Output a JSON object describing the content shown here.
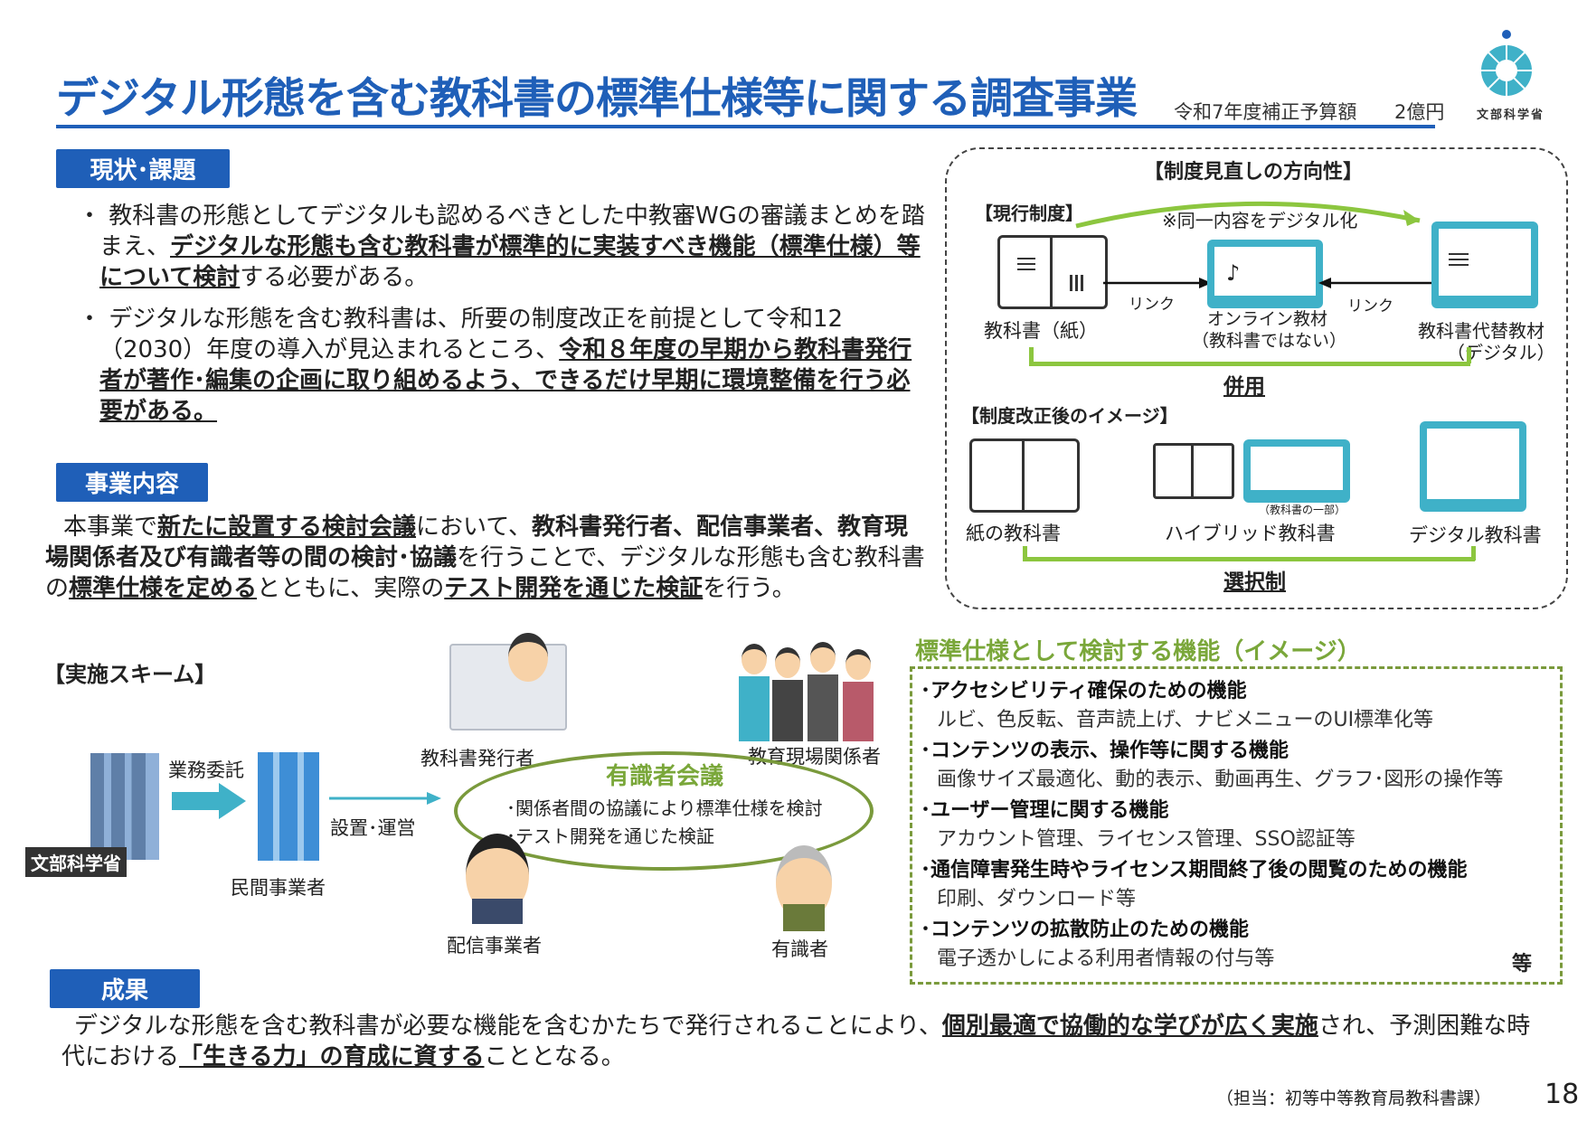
{
  "header": {
    "title": "デジタル形態を含む教科書の標準仕様等に関する調査事業",
    "budget_label": "令和7年度補正予算額",
    "budget_amount": "2億円",
    "logo_text": "文部科学省"
  },
  "status": {
    "label": "現状･課題",
    "bullet1_pre": "教科書の形態としてデジタルも認めるべきとした中教審WGの審議まとめを踏まえ、",
    "bullet1_bold": "デジタルな形態も含む教科書が標準的に実装すべき機能（標準仕様）等について検討",
    "bullet1_post": "する必要がある。",
    "bullet2_pre": "デジタルな形態を含む教科書は、所要の制度改正を前提として令和12（2030）年度の導入が見込まれるところ、",
    "bullet2_bold": "令和８年度の早期から教科書発行者が著作･編集の企画に取り組めるよう、できるだけ早期に環境整備を行う必要がある。"
  },
  "content": {
    "label": "事業内容",
    "t1": "本事業で",
    "b1": "新たに設置する検討会議",
    "t2": "において、",
    "b2": "教科書発行者、配信事業者、教育現場関係者及び有識者等の間の検討･協議",
    "t3": "を行うことで、デジタルな形態も含む教科書の",
    "b3": "標準仕様を定める",
    "t4": "とともに、実際の",
    "b4": "テスト開発を通じた検証",
    "t5": "を行う。"
  },
  "direction": {
    "title": "【制度見直しの方向性】",
    "current_label": "【現行制度】",
    "digitize_note": "※同一内容をデジタル化",
    "paper_book": "教科書（紙）",
    "link_left": "リンク",
    "link_right": "リンク",
    "online_line1": "オンライン教材",
    "online_line2": "（教科書ではない）",
    "alt_line1": "教科書代替教材",
    "alt_line2": "（デジタル）",
    "combined": "併用",
    "after_label": "【制度改正後のイメージ】",
    "paper_textbook": "紙の教科書",
    "hybrid_note": "（教科書の一部）",
    "hybrid_textbook": "ハイブリッド教科書",
    "digital_textbook": "デジタル教科書",
    "selection": "選択制"
  },
  "scheme": {
    "label": "【実施スキーム】",
    "mext_sign": "文部科学省",
    "entrust": "業務委託",
    "private": "民間事業者",
    "setup": "設置･運営",
    "publisher": "教科書発行者",
    "education": "教育現場関係者",
    "council_title": "有識者会議",
    "council_item1": "･関係者間の協議により標準仕様を検討",
    "council_item2": "･テスト開発を通じた検証",
    "distributor": "配信事業者",
    "expert": "有識者"
  },
  "functions": {
    "title": "標準仕様として検討する機能（イメージ）",
    "items": [
      {
        "title": "･アクセシビリティ確保のための機能",
        "desc": "ルビ、色反転、音声読上げ、ナビメニューのUI標準化等"
      },
      {
        "title": "･コンテンツの表示、操作等に関する機能",
        "desc": "画像サイズ最適化、動的表示、動画再生、グラフ･図形の操作等"
      },
      {
        "title": "･ユーザー管理に関する機能",
        "desc": "アカウント管理、ライセンス管理、SSO認証等"
      },
      {
        "title": "･通信障害発生時やライセンス期間終了後の閲覧のための機能",
        "desc": "印刷、ダウンロード等"
      },
      {
        "title": "･コンテンツの拡散防止のための機能",
        "desc": "電子透かしによる利用者情報の付与等"
      }
    ],
    "etc": "等"
  },
  "result": {
    "label": "成果",
    "t1": "デジタルな形態を含む教科書が必要な機能を含むかたちで発行されることにより、",
    "b1": "個別最適で協働的な学びが広く実施",
    "t2": "され、予測困難な時代における",
    "b2": "「生きる力」の育成に資する",
    "t3": "こととなる。"
  },
  "footer": {
    "contact": "（担当：初等中等教育局教科書課）",
    "page": "18"
  },
  "colors": {
    "blue": "#1f5fb8",
    "green": "#8cc63f",
    "olive": "#7a9a3c",
    "teal": "#3fb1c8"
  }
}
